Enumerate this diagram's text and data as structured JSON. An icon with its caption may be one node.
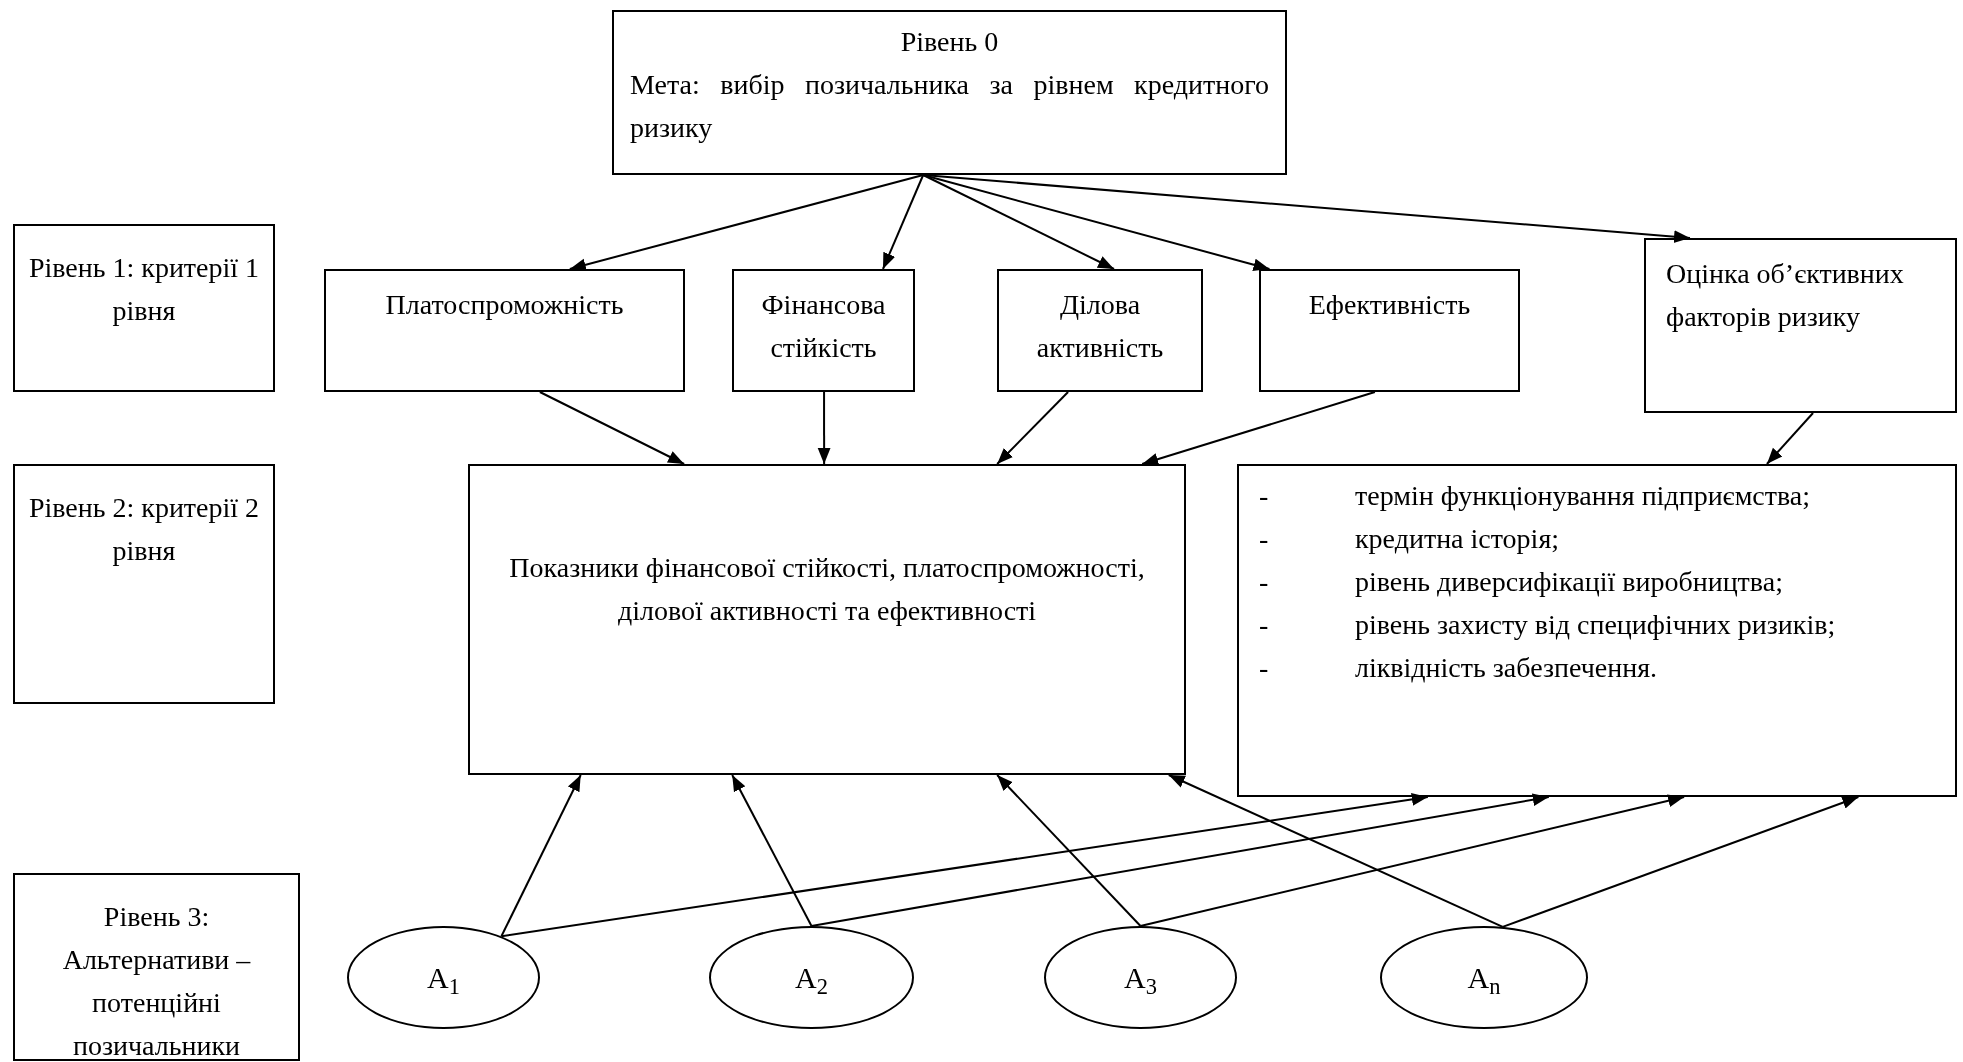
{
  "diagram": {
    "nodes": [
      {
        "text": [
          "Рівень 0",
          "Мета: вибір позичальника за рівнем кредитного ризику"
        ]
      },
      {
        "text": [
          "Рівень 1: критерії 1 рівня"
        ]
      },
      {
        "text": [
          "Платоспроможність"
        ]
      },
      {
        "text": [
          "Фінансова стійкість"
        ]
      },
      {
        "text": [
          "Ділова активність"
        ]
      },
      {
        "text": [
          "Ефективність"
        ]
      },
      {
        "text": [
          "Оцінка об’єктивних факторів ризику"
        ]
      },
      {
        "text": [
          "Рівень 2: критерії 2 рівня"
        ]
      },
      {
        "text": [
          "Показники фінансової стійкості, платоспроможності, ділової активності та ефективності"
        ]
      },
      {
        "text": [
          "-\tтермін функціонування підприємства;",
          "-\tкредитна історія;",
          "-\tрівень диверсифікації виробництва;",
          "-\tрівень захисту від специфічних ризиків;",
          "-\tліквідність забезпечення."
        ]
      },
      {
        "text": [
          "Рівень 3: Альтернативи – потенційні позичальники"
        ]
      },
      {
        "text": [
          "A$_{1}$"
        ]
      },
      {
        "text": [
          "A$_{2}$"
        ]
      },
      {
        "text": [
          "A$_{3}$"
        ]
      },
      {
        "text": [
          "A$_{n}$"
        ]
      }
    ],
    "edges": [
      {
        "from": 0,
        "to": 2,
        "arrow": "to"
      },
      {
        "from": 0,
        "to": 3,
        "arrow": "to"
      },
      {
        "from": 0,
        "to": 4,
        "arrow": "to"
      },
      {
        "from": 0,
        "to": 5,
        "arrow": "to"
      },
      {
        "from": 0,
        "to": 6,
        "arrow": "to"
      },
      {
        "from": 2,
        "to": 8,
        "arrow": "to"
      },
      {
        "from": 3,
        "to": 8,
        "arrow": "to"
      },
      {
        "from": 4,
        "to": 8,
        "arrow": "to"
      },
      {
        "from": 5,
        "to": 8,
        "arrow": "to"
      },
      {
        "from": 6,
        "to": 9,
        "arrow": "to"
      },
      {
        "from": 11,
        "to": 8,
        "arrow": "to"
      },
      {
        "from": 11,
        "to": 9,
        "arrow": "to"
      },
      {
        "from": 12,
        "to": 8,
        "arrow": "to"
      },
      {
        "from": 12,
        "to": 9,
        "arrow": "to"
      },
      {
        "from": 13,
        "to": 8,
        "arrow": "to"
      },
      {
        "from": 13,
        "to": 9,
        "arrow": "to"
      },
      {
        "from": 14,
        "to": 8,
        "arrow": "to"
      },
      {
        "from": 14,
        "to": 9,
        "arrow": "to"
      }
    ]
  }
}
